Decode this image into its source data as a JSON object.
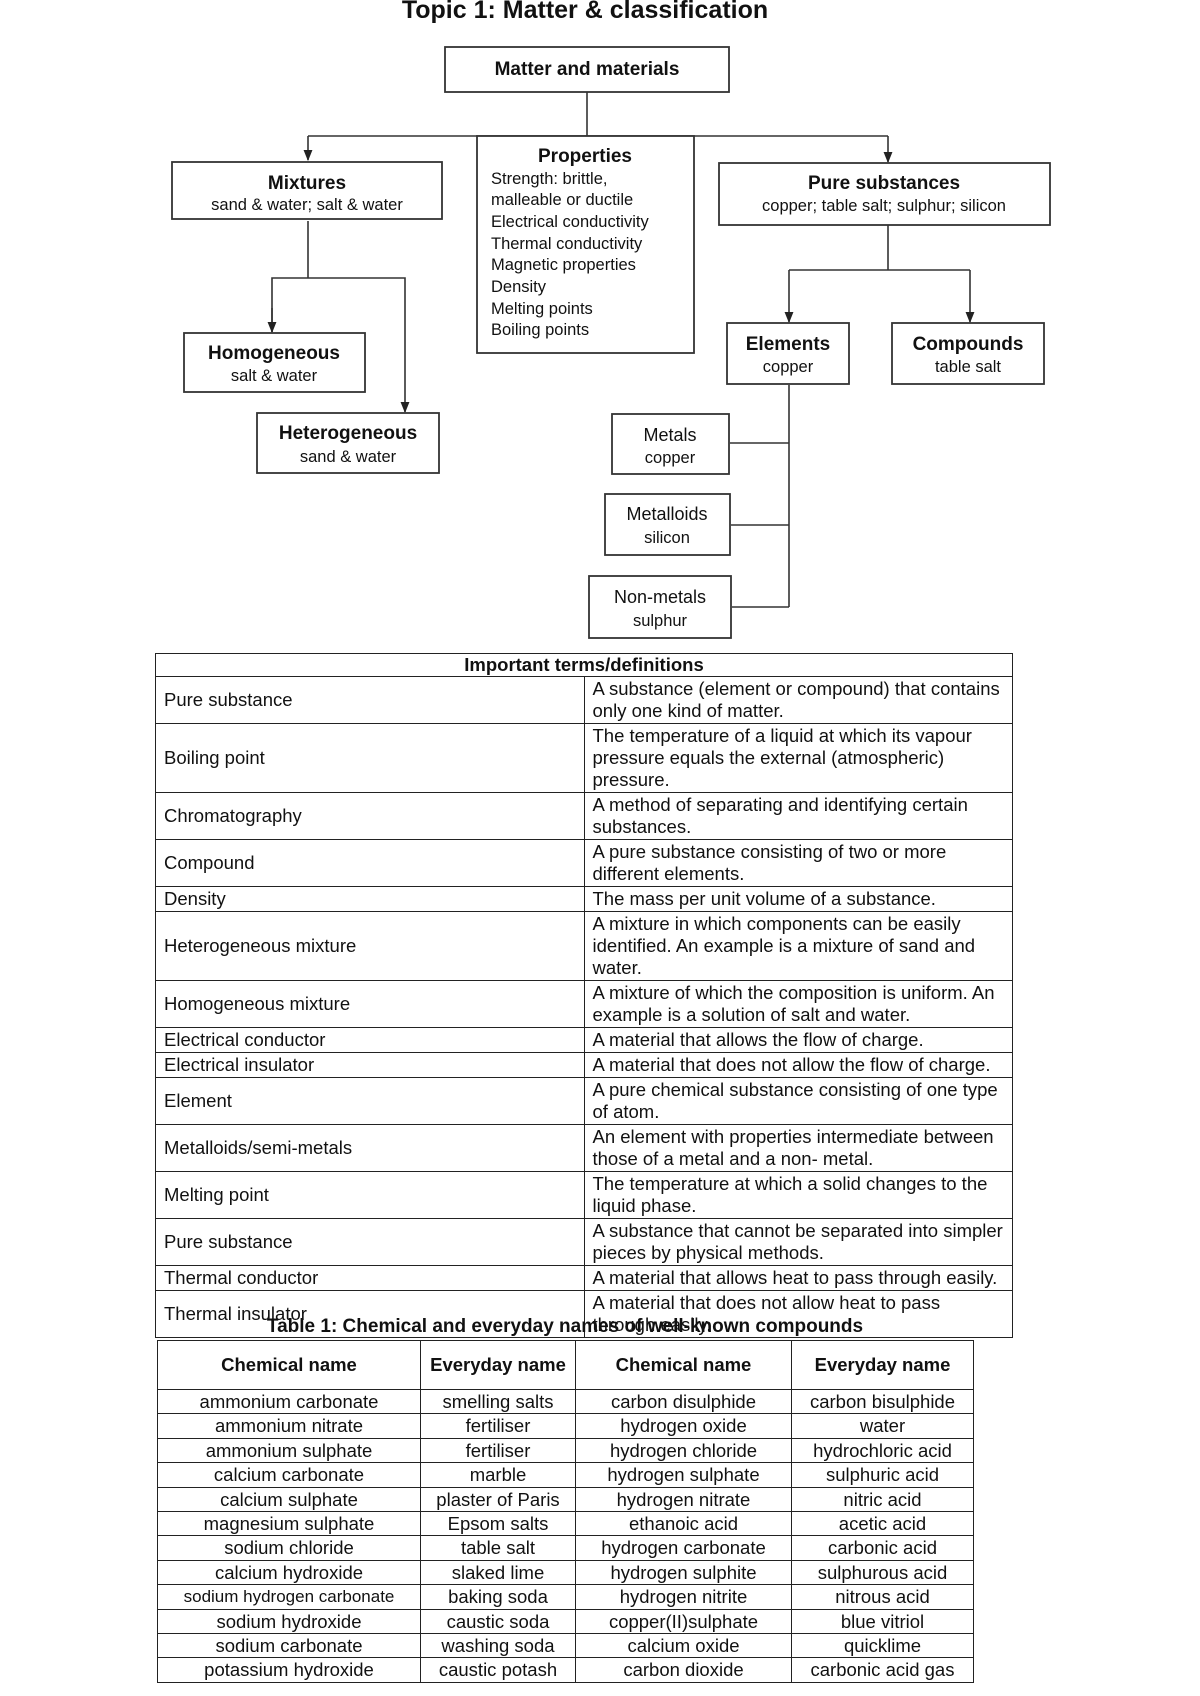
{
  "page": {
    "title": "Topic 1: Matter & classification"
  },
  "diagram": {
    "root": "Matter and materials",
    "properties": {
      "title": "Properties",
      "items": [
        "Strength: brittle,",
        "malleable or ductile",
        "Electrical conductivity",
        "Thermal conductivity",
        "Magnetic properties",
        "Density",
        "Melting points",
        "Boiling points"
      ]
    },
    "mixtures": {
      "title": "Mixtures",
      "sub": "sand & water; salt & water"
    },
    "pure": {
      "title": "Pure substances",
      "sub": "copper; table salt; sulphur; silicon"
    },
    "homogeneous": {
      "title": "Homogeneous",
      "sub": "salt & water"
    },
    "heterogeneous": {
      "title": "Heterogeneous",
      "sub": "sand & water"
    },
    "elements": {
      "title": "Elements",
      "sub": "copper"
    },
    "compounds": {
      "title": "Compounds",
      "sub": "table salt"
    },
    "metals": {
      "title": "Metals",
      "sub": "copper"
    },
    "metalloids": {
      "title": "Metalloids",
      "sub": "silicon"
    },
    "nonmetals": {
      "title": "Non-metals",
      "sub": "sulphur"
    }
  },
  "terms": {
    "heading": "Important terms/definitions",
    "rows": [
      {
        "term": "Pure substance",
        "def": "A substance (element or compound) that contains only one kind of matter."
      },
      {
        "term": "Boiling point",
        "def": "The temperature of a liquid at which its vapour pressure equals the external (atmospheric) pressure."
      },
      {
        "term": "Chromatography",
        "def": "A method of separating and identifying certain substances."
      },
      {
        "term": "Compound",
        "def": "A pure substance consisting of two or more different elements."
      },
      {
        "term": "Density",
        "def": "The mass per unit volume of a substance."
      },
      {
        "term": "Heterogeneous mixture",
        "def": "A mixture in which components can be easily identified. An example is a mixture of sand and water."
      },
      {
        "term": "Homogeneous mixture",
        "def": "A mixture of which the composition is uniform. An example is a solution of salt and water."
      },
      {
        "term": "Electrical conductor",
        "def": "A material that allows the flow of charge."
      },
      {
        "term": "Electrical insulator",
        "def": "A material that does not allow the flow of charge."
      },
      {
        "term": "Element",
        "def": "A pure chemical substance consisting of one type of atom."
      },
      {
        "term": "Metalloids/semi-metals",
        "def": "An element with properties intermediate between those of a metal and a non- metal."
      },
      {
        "term": "Melting point",
        "def": "The temperature at which a solid changes to the liquid phase."
      },
      {
        "term": "Pure substance",
        "def": "A substance that cannot be separated into simpler pieces by physical methods."
      },
      {
        "term": "Thermal conductor",
        "def": "A material that allows heat to pass through easily."
      },
      {
        "term": "Thermal insulator",
        "def": "A material that does not allow heat to pass through easily."
      }
    ]
  },
  "compounds_table": {
    "caption": "Table 1: Chemical and everyday names of well-known compounds",
    "headers": [
      "Chemical name",
      "Everyday name",
      "Chemical name",
      "Everyday name"
    ],
    "rows": [
      [
        "ammonium carbonate",
        "smelling salts",
        "carbon disulphide",
        "carbon bisulphide"
      ],
      [
        "ammonium nitrate",
        "fertiliser",
        "hydrogen oxide",
        "water"
      ],
      [
        "ammonium sulphate",
        "fertiliser",
        "hydrogen chloride",
        "hydrochloric acid"
      ],
      [
        "calcium carbonate",
        "marble",
        "hydrogen sulphate",
        "sulphuric acid"
      ],
      [
        "calcium sulphate",
        "plaster of Paris",
        "hydrogen nitrate",
        "nitric acid"
      ],
      [
        "magnesium sulphate",
        "Epsom salts",
        "ethanoic acid",
        "acetic acid"
      ],
      [
        "sodium chloride",
        "table salt",
        "hydrogen carbonate",
        "carbonic acid"
      ],
      [
        "calcium hydroxide",
        "slaked lime",
        "hydrogen sulphite",
        "sulphurous acid"
      ],
      [
        "sodium hydrogen carbonate",
        "baking soda",
        "hydrogen nitrite",
        "nitrous acid"
      ],
      [
        "sodium hydroxide",
        "caustic soda",
        "copper(II)sulphate",
        "blue vitriol"
      ],
      [
        "sodium carbonate",
        "washing soda",
        "calcium oxide",
        "quicklime"
      ],
      [
        "potassium hydroxide",
        "caustic potash",
        "carbon dioxide",
        "carbonic acid gas"
      ]
    ]
  }
}
